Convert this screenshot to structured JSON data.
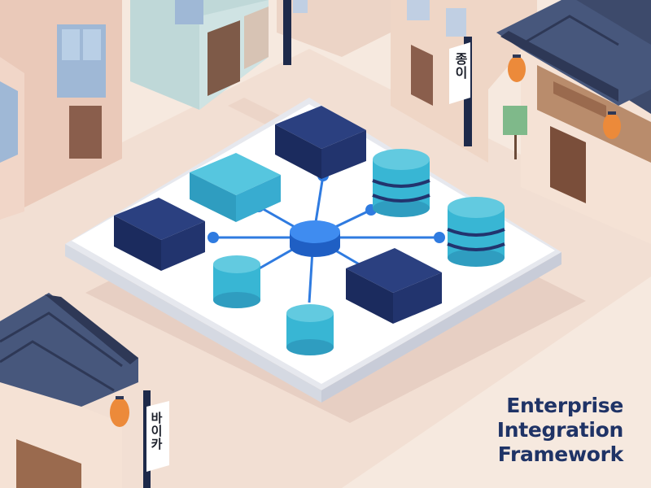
{
  "illustration": {
    "title_lines": [
      "Enterprise",
      "Integration",
      "Framework"
    ],
    "sign_top_text": "종이",
    "sign_bottom_text": "바이카"
  },
  "colors": {
    "background": "#f6e9df",
    "platform": "#ffffff",
    "navy_block": "#1f3366",
    "teal_block": "#38b6d4",
    "hub": "#2f7be0",
    "roof": "#3d4a6b",
    "lantern": "#ec8a3a",
    "title": "#1f3366"
  }
}
